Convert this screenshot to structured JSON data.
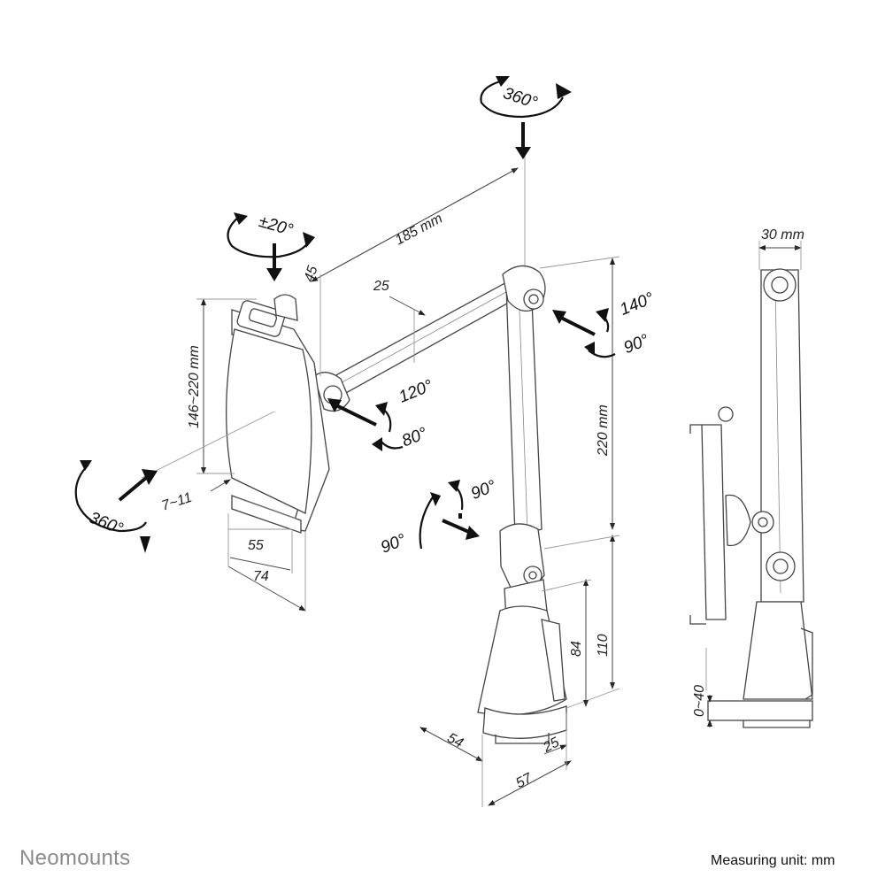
{
  "brand": {
    "name": "Neomounts"
  },
  "footer": {
    "measuring_unit": "Measuring unit: mm"
  },
  "dimensions": {
    "arm_length": "185 mm",
    "offset_45": "45",
    "offset_25_top": "25",
    "holder_range": "146~220 mm",
    "holder_depth": "7~11",
    "holder_55": "55",
    "holder_74": "74",
    "pole_height": "220 mm",
    "base_84": "84",
    "base_110": "110",
    "base_54": "54",
    "base_57": "57",
    "base_25": "25",
    "side_width": "30 mm",
    "clamp_range": "0~40"
  },
  "angles": {
    "top_rotation": "360°",
    "tilt": "±20°",
    "left_rotation": "360°",
    "elbow_120": "120°",
    "elbow_80": "80°",
    "top_joint_140": "140°",
    "top_joint_90": "90°",
    "base_90_right": "90°",
    "base_90_left": "90°"
  },
  "colors": {
    "line": "#444444",
    "arrow": "#111111",
    "brand": "#8a8a8a"
  }
}
